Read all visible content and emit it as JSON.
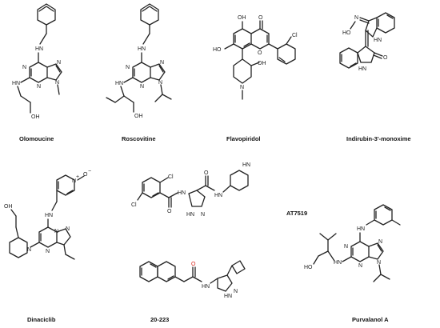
{
  "compounds": [
    {
      "name": "Olomoucine"
    },
    {
      "name": "Roscovitine"
    },
    {
      "name": "Flavopiridol"
    },
    {
      "name": "Indirubin-3'-monoxime"
    },
    {
      "name": "Dinaciclib"
    },
    {
      "name": "AT7519"
    },
    {
      "name": "20-223"
    },
    {
      "name": "Purvalanol A"
    }
  ],
  "atoms": {
    "N": "N",
    "NH": "N",
    "H": "H",
    "HN": "HN",
    "OH": "OH",
    "HO": "HO",
    "O": "O",
    "Cl": "Cl",
    "N_oxide": "N",
    "O_minus": "O",
    "plus": "+",
    "minus": "−"
  },
  "colors": {
    "bond": "#222222",
    "carbonyl_highlight": "#d9261c"
  }
}
